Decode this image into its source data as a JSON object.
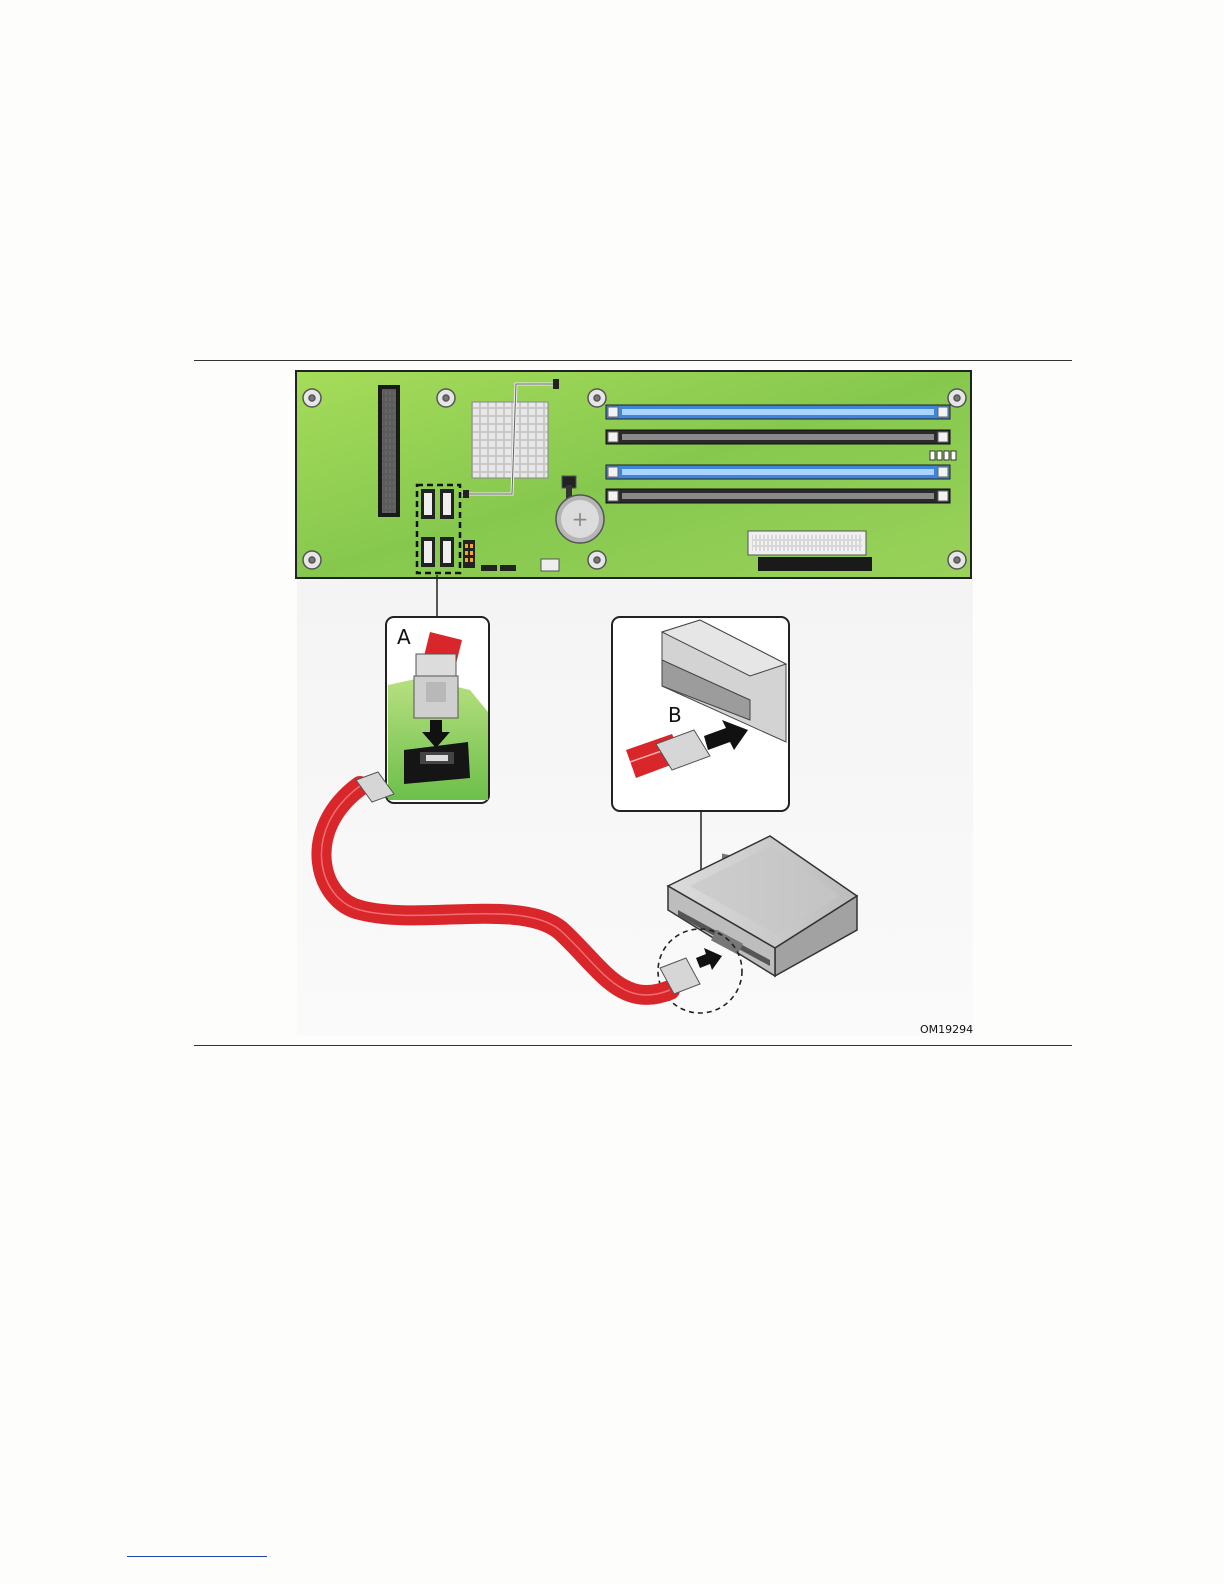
{
  "figure": {
    "callout_a": "A",
    "callout_b": "B",
    "figure_code": "OM19294"
  },
  "colors": {
    "board_green": "#8fcf55",
    "cable_red": "#d8262b",
    "dimm_blue": "#3f86d8",
    "dimm_black": "#2a2a2a",
    "rule": "#333333"
  },
  "icons": [
    "motherboard-diagram",
    "sata-connector-icon",
    "hard-drive-icon",
    "sata-cable-icon",
    "insert-arrow-icon"
  ]
}
